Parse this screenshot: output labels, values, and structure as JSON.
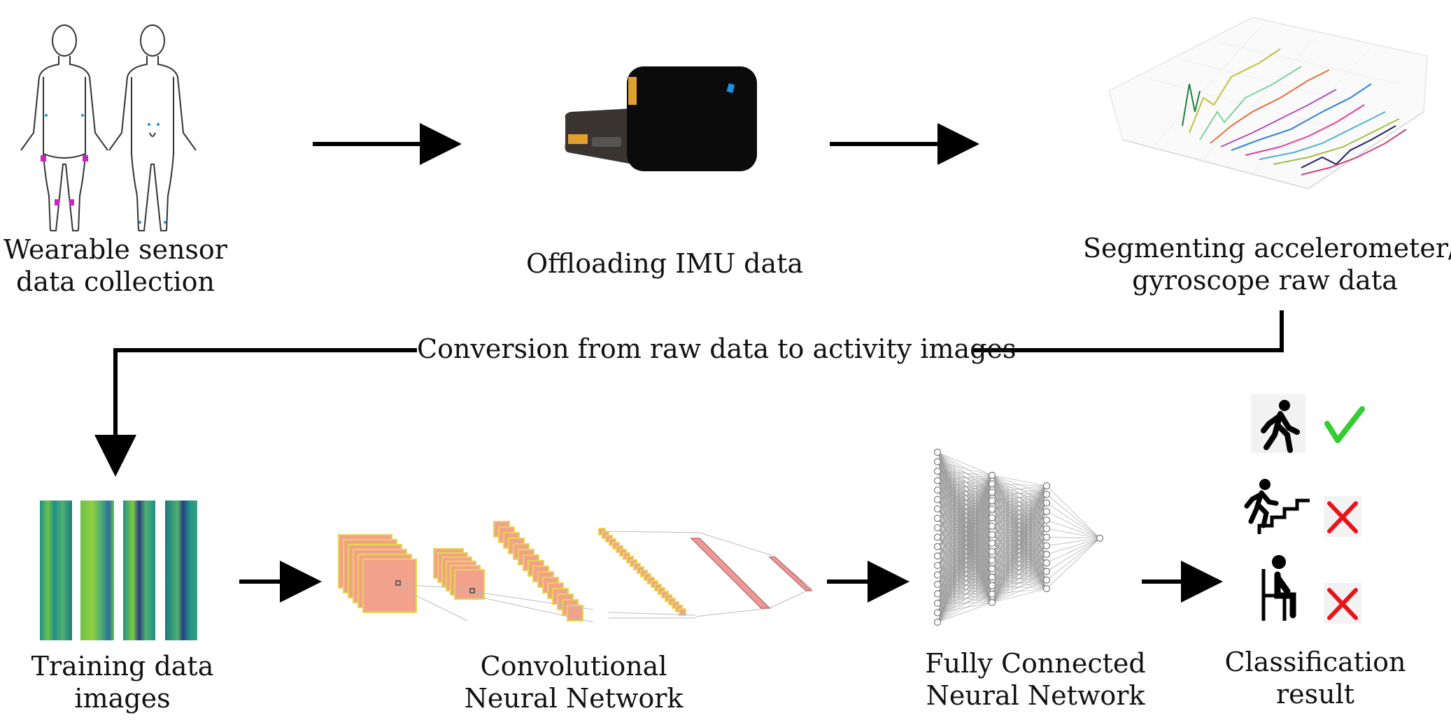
{
  "labels": {
    "collection": [
      "Wearable sensor",
      "data collection"
    ],
    "offload": [
      "Offloading IMU data"
    ],
    "segment": [
      "Segmenting accelerometer/",
      "gyroscope raw data"
    ],
    "conversion": "Conversion from raw data to activity images",
    "training": [
      "Training data",
      "images"
    ],
    "cnn": [
      "Convolutional",
      "Neural Network"
    ],
    "fcnn": [
      "Fully Connected",
      "Neural Network"
    ],
    "result": [
      "Classification",
      "result"
    ]
  },
  "results": [
    {
      "activity": "walking-icon",
      "outcome": "check-icon",
      "outcome_color": "#33cc33"
    },
    {
      "activity": "climbing-stairs-icon",
      "outcome": "cross-icon",
      "outcome_color": "#e8141c"
    },
    {
      "activity": "sitting-icon",
      "outcome": "cross-icon",
      "outcome_color": "#e8141c"
    }
  ],
  "colors": {
    "arrow": "#000000",
    "sensor_marker": "#cc22cc",
    "device_accent": "#1f8fe0",
    "device_port": "#e0a030",
    "image_green": "#6cc24a",
    "image_teal": "#1f8f88",
    "image_dark": "#2a3f80",
    "cnn_fill": "#f2a28a",
    "cnn_edge": "#e8d550",
    "check": "#33cc33",
    "cross": "#e8141c"
  }
}
